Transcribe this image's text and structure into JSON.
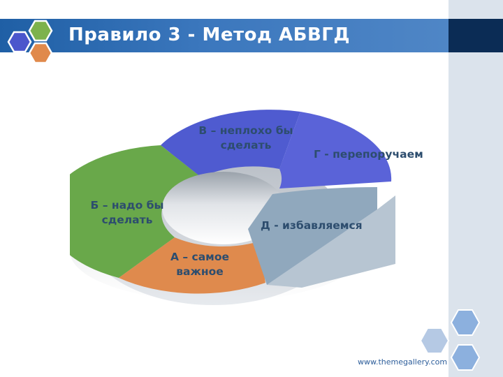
{
  "slide": {
    "title": "Правило 3 - Метод АБВГД",
    "footer_url": "www.themegallery.com"
  },
  "diagram": {
    "type": "donut",
    "segments": [
      {
        "name": "В",
        "label": "В – неплохо бы сделать",
        "color": "#4f5bd0"
      },
      {
        "name": "Г",
        "label": "Г - перепоручаем",
        "color": "#5a63d8"
      },
      {
        "name": "Д",
        "label": "Д - избавляемся",
        "color": "#90a8bd"
      },
      {
        "name": "А",
        "label": "А – самое важное",
        "color": "#df8a4d"
      },
      {
        "name": "Б",
        "label": "Б – надо бы сделать",
        "color": "#69a84a"
      }
    ]
  },
  "colors": {
    "title_bar": "#3b77bd",
    "logo_blue": "#4b56cc",
    "logo_green": "#7db24c",
    "logo_orange": "#e0894b",
    "label_text": "#2d4d6e"
  }
}
